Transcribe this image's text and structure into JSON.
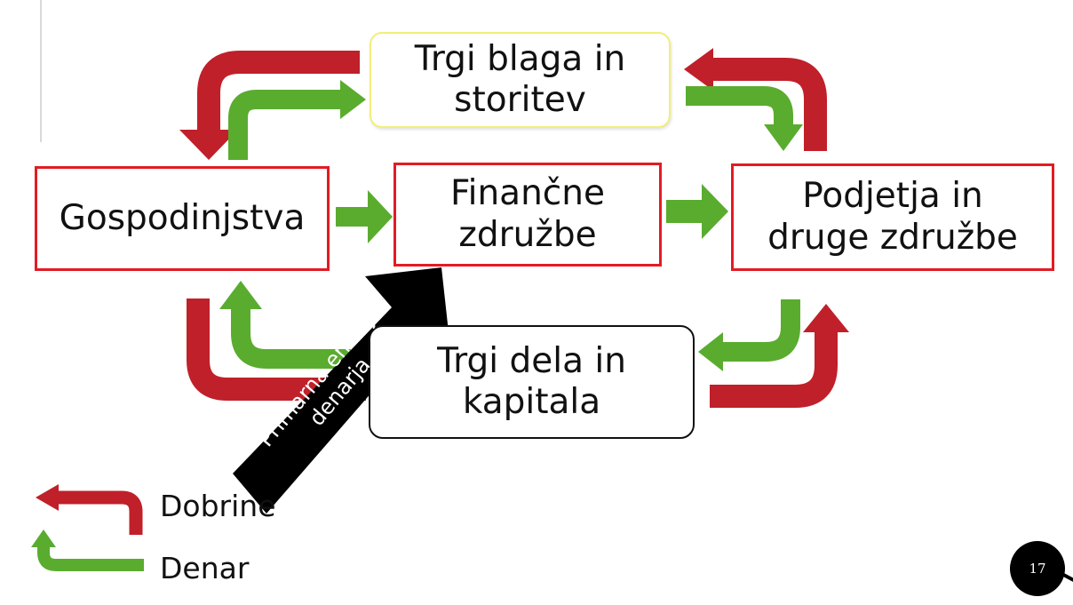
{
  "nodes": {
    "trgi_blaga": "Trgi blaga in\nstoritev",
    "gospodinjstva": "Gospodinjstva",
    "financne": "Finančne\nzdružbe",
    "podjetja": "Podjetja in\ndruge združbe",
    "trgi_dela": "Trgi dela in\nkapitala"
  },
  "primary_arrow_label": "Primarna emisija\ndenarja",
  "legend": {
    "dobrine": "Dobrine",
    "denar": "Denar"
  },
  "page_number": "17",
  "colors": {
    "goods_arrow": "#c0202a",
    "money_arrow": "#5aac2f",
    "box_border": "#e31b23",
    "primary_arrow": "#000000"
  }
}
